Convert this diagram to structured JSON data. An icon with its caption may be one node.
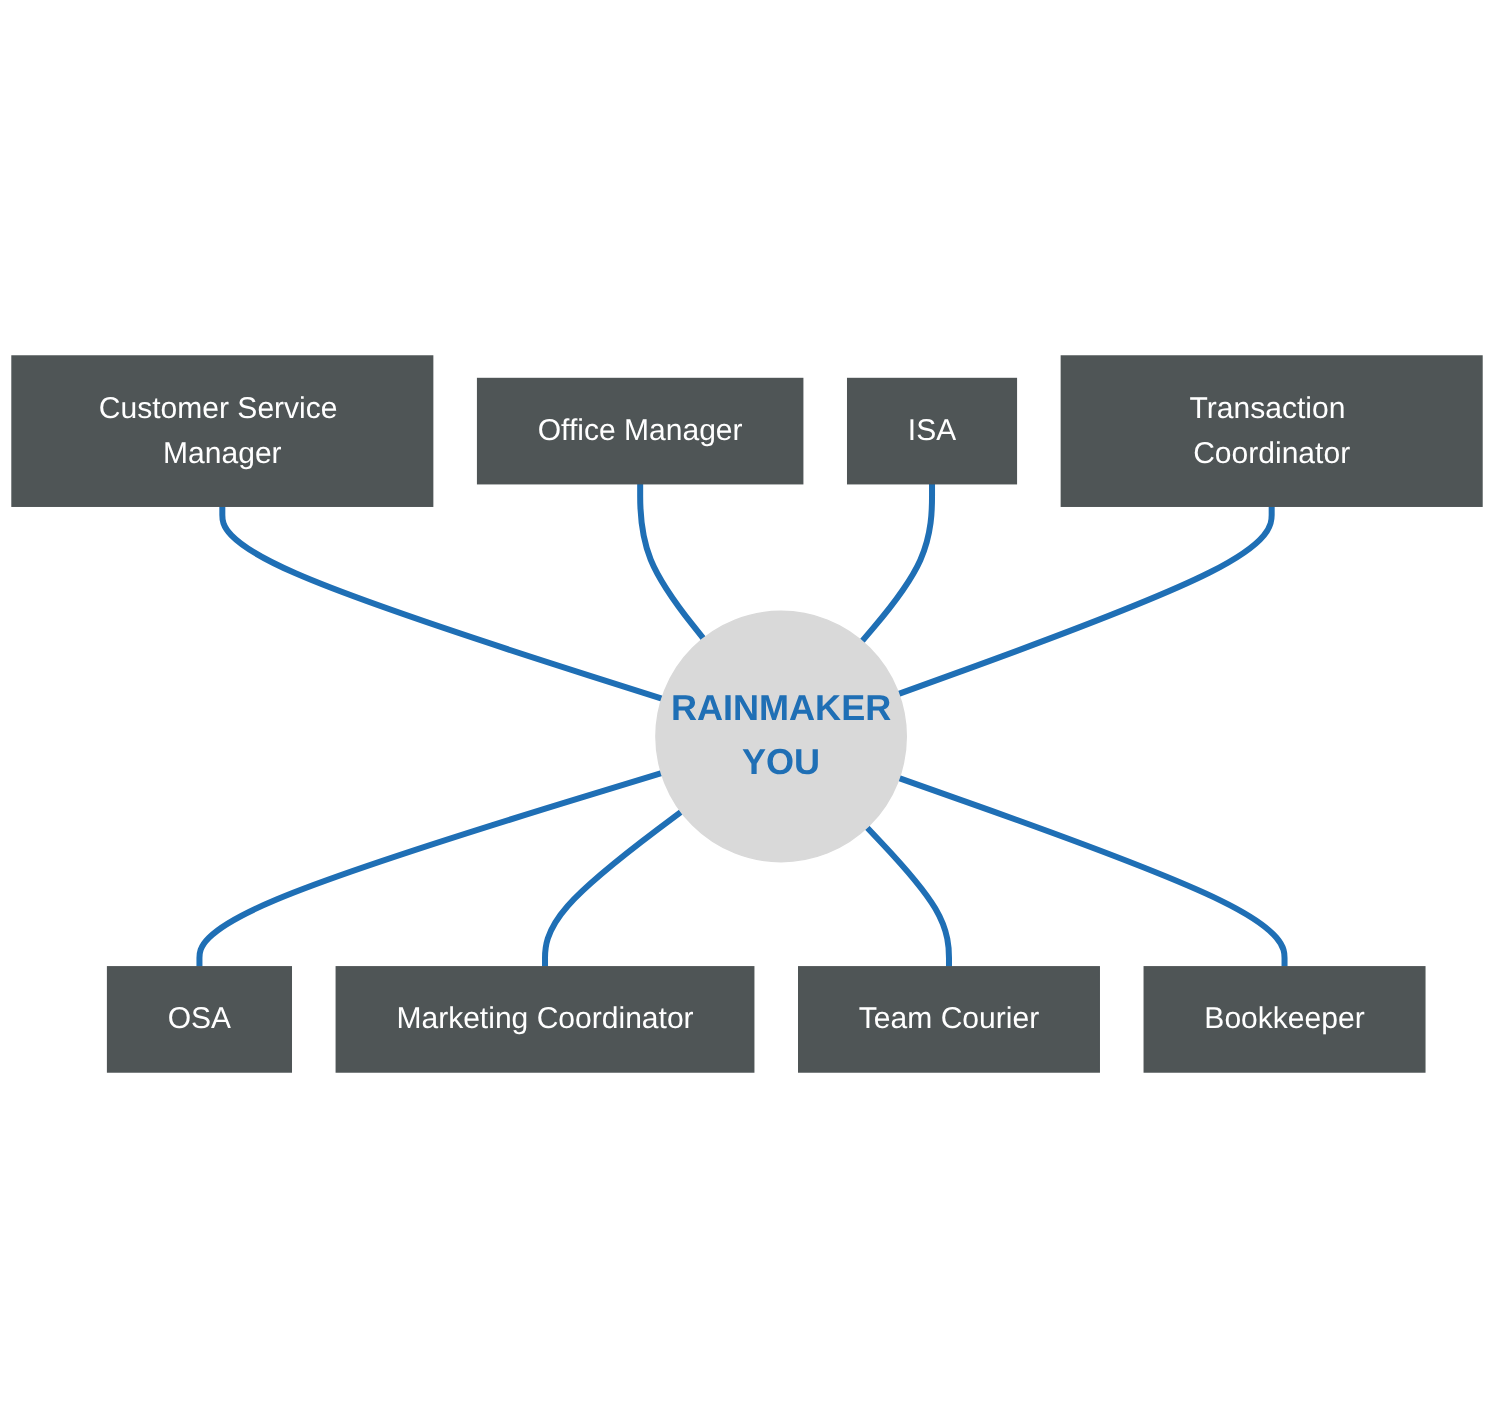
{
  "diagram": {
    "nodes": [
      {
        "text": [
          "Office Manager"
        ]
      },
      {
        "text": [
          "Customer Service Manager"
        ]
      },
      {
        "text": [
          "ISA"
        ]
      },
      {
        "text": [
          "Transaction Coordinator"
        ]
      },
      {
        "text": [
          "RAINMAKER",
          "YOU"
        ]
      },
      {
        "text": [
          "OSA"
        ]
      },
      {
        "text": [
          "Marketing Coordinator"
        ]
      },
      {
        "text": [
          "Bookkeeper"
        ]
      },
      {
        "text": [
          "Team Courier"
        ]
      }
    ],
    "edges": [
      {
        "from": 1,
        "to": 4,
        "arrow": "none"
      },
      {
        "from": 0,
        "to": 4,
        "arrow": "none"
      },
      {
        "from": 2,
        "to": 4,
        "arrow": "none"
      },
      {
        "from": 3,
        "to": 4,
        "arrow": "none"
      },
      {
        "from": 4,
        "to": 5,
        "arrow": "none"
      },
      {
        "from": 4,
        "to": 6,
        "arrow": "none"
      },
      {
        "from": 4,
        "to": 8,
        "arrow": "none"
      },
      {
        "from": 4,
        "to": 7,
        "arrow": "none"
      }
    ]
  }
}
